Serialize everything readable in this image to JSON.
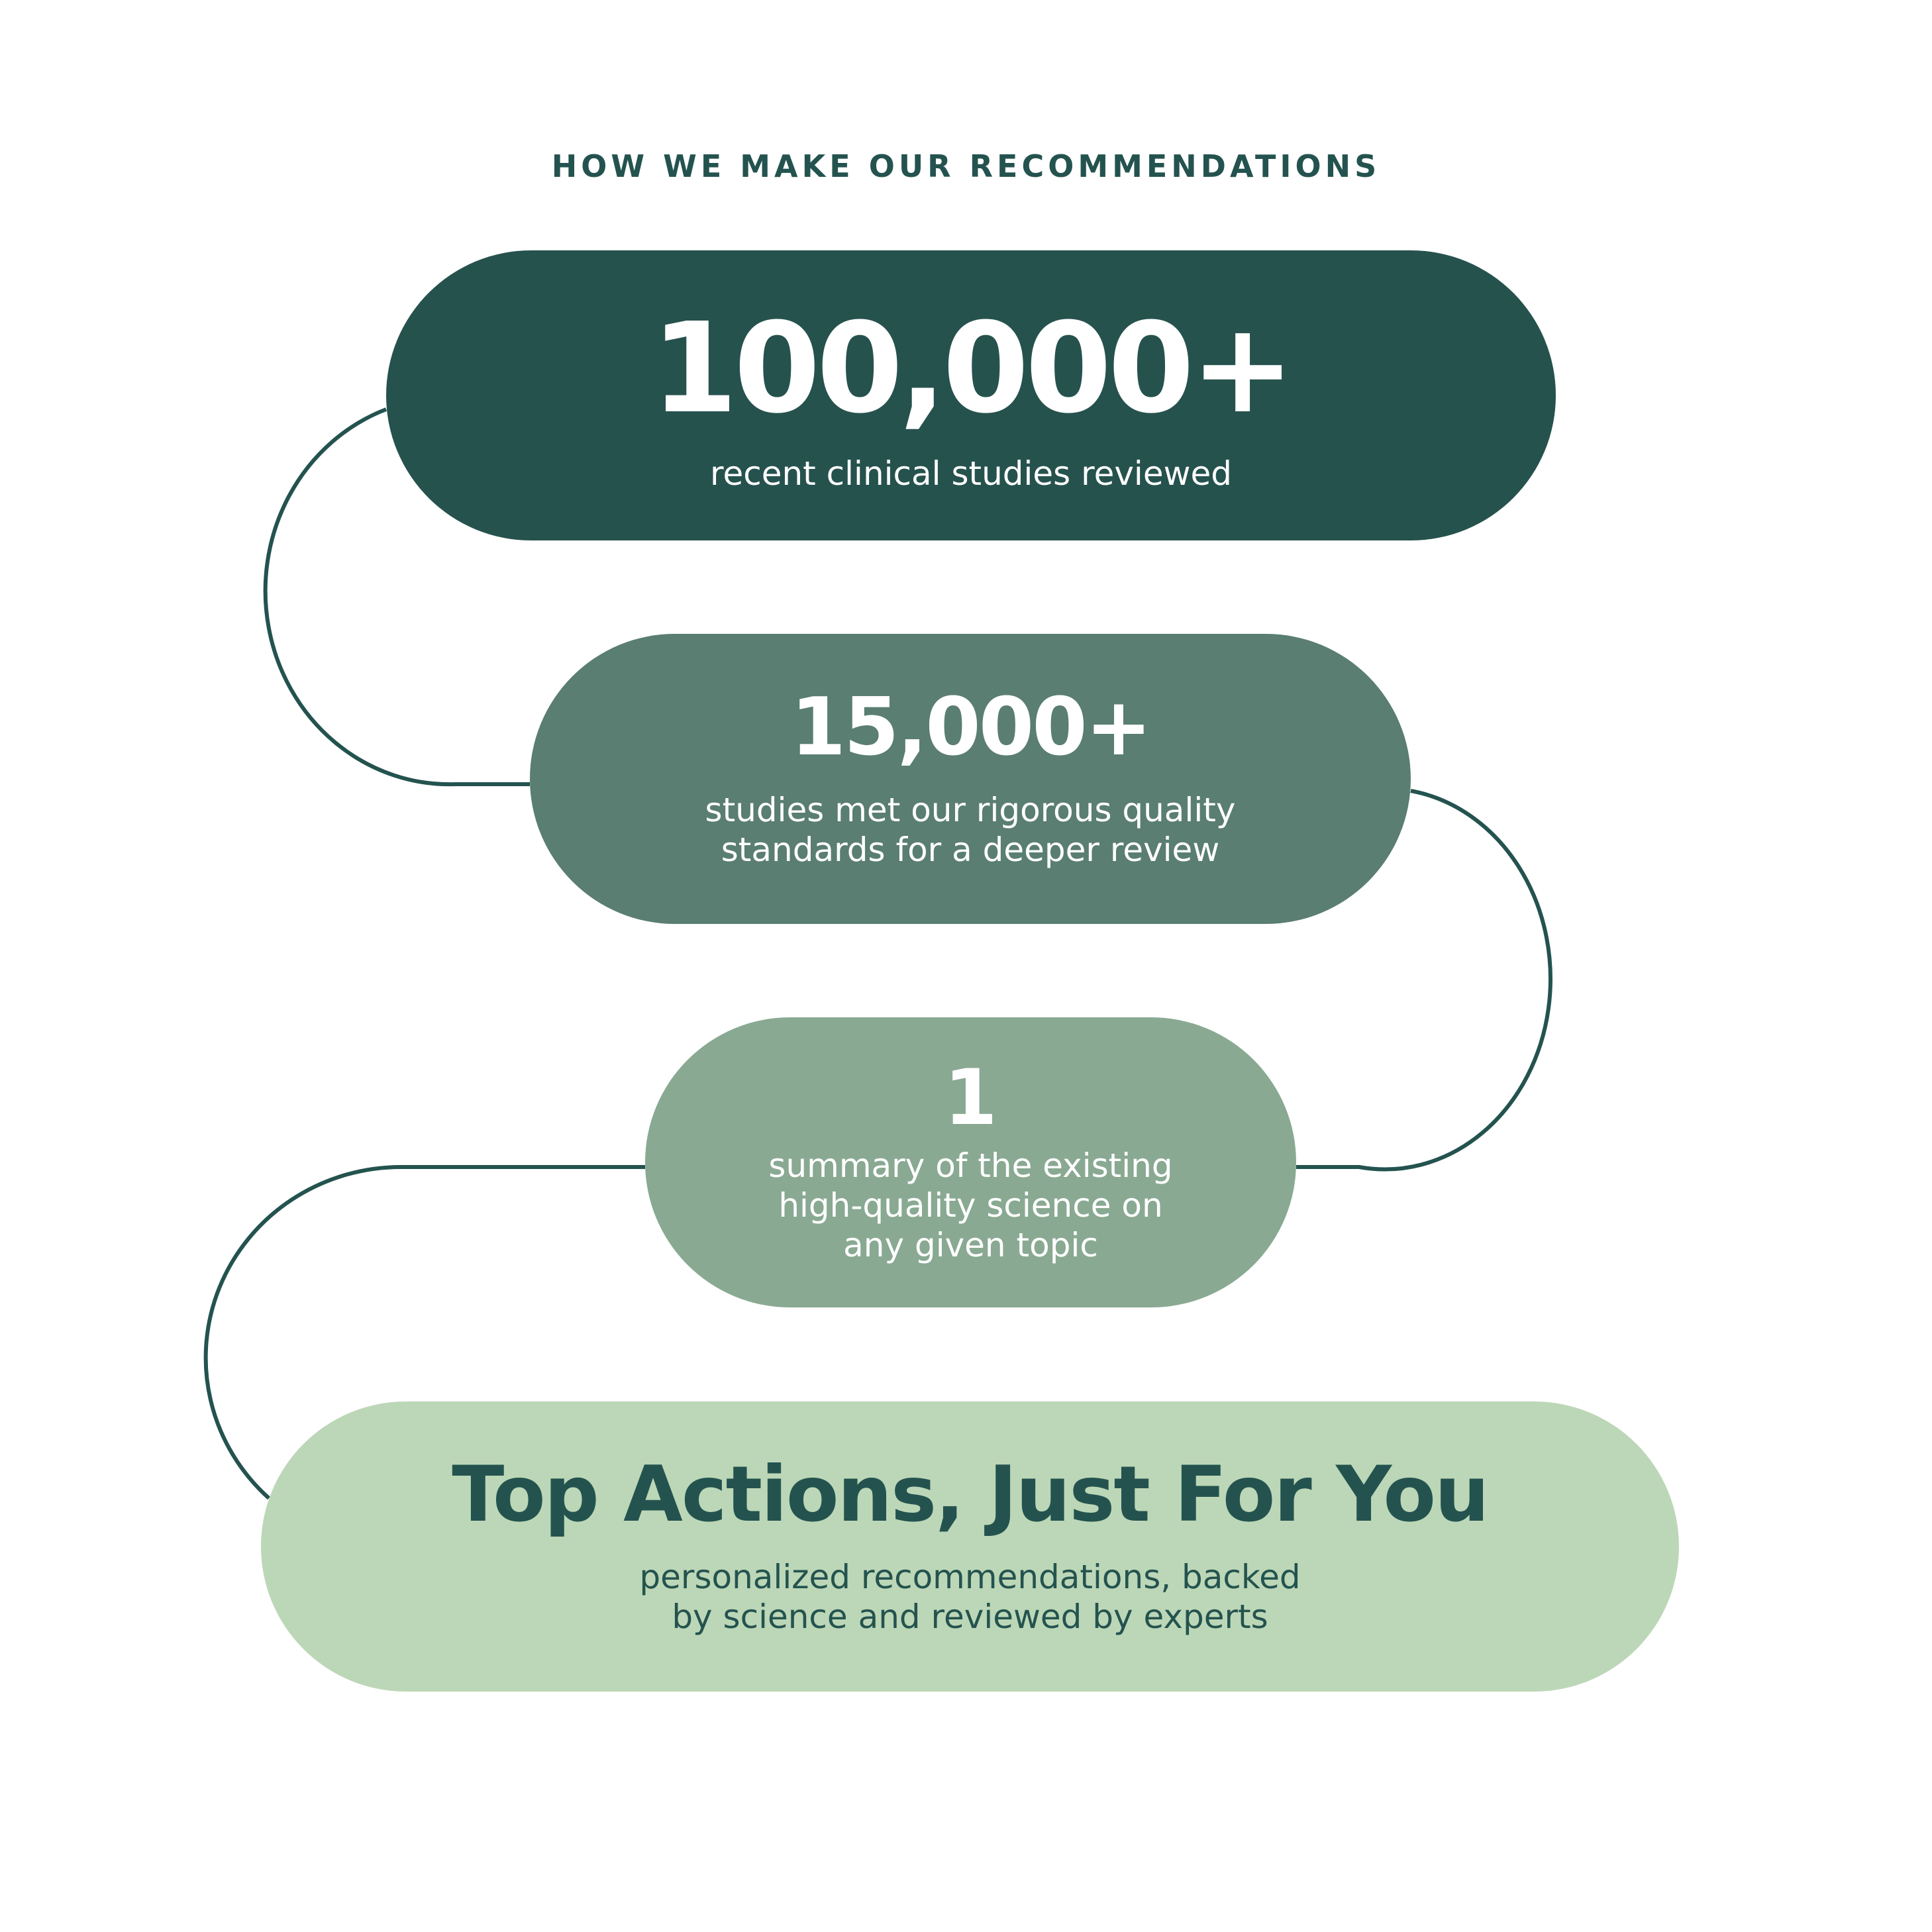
{
  "heading": "HOW WE MAKE OUR RECOMMENDATIONS",
  "colors": {
    "step1_bg": "#26524e",
    "step2_bg": "#5a7e71",
    "step3_bg": "#89a992",
    "step4_bg": "#bcd7b7",
    "connector": "#24534f",
    "dark_text": "#24534f",
    "light_text": "#ffffff"
  },
  "steps": [
    {
      "value": "100,000+",
      "description_lines": [
        "recent clinical studies reviewed"
      ]
    },
    {
      "value": "15,000+",
      "description_lines": [
        "studies met our rigorous quality",
        "standards for a deeper review"
      ]
    },
    {
      "value": "1",
      "description_lines": [
        "summary of the existing",
        "high-quality science on",
        "any given topic"
      ]
    },
    {
      "value": "Top Actions, Just For You",
      "description_lines": [
        "personalized recommendations, backed",
        "by science and reviewed by experts"
      ]
    }
  ]
}
